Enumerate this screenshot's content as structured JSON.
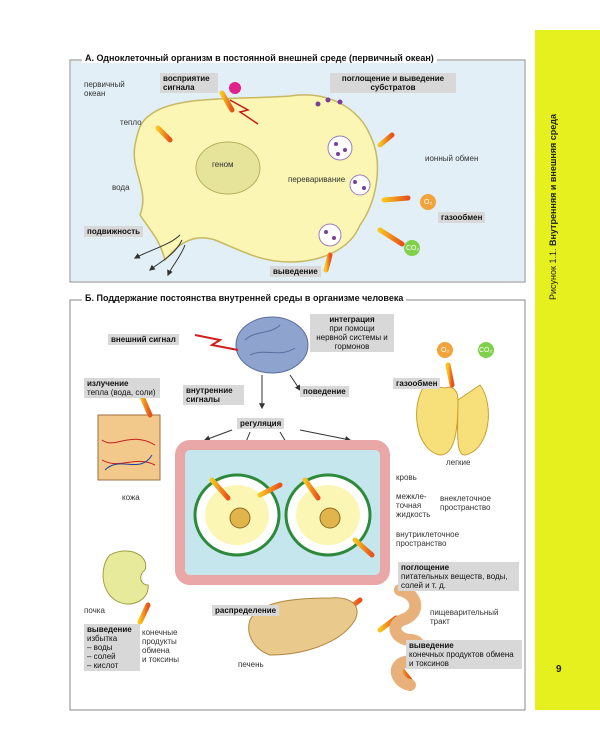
{
  "figure_label": "Рисунок 1.1.",
  "figure_title": "Внутренняя и внешняя среда",
  "page_number": "9",
  "panel_a": {
    "title": "А. Одноклеточный организм в постоянной внешней среде (первичный океан)",
    "ocean": "первичный океан",
    "signal_perception": "восприятие сигнала",
    "heat": "тепло",
    "genome": "геном",
    "water": "вода",
    "substrates": "поглощение и выведение субстратов",
    "digestion": "переваривание",
    "ion_exchange": "ионный обмен",
    "gas_exchange": "газообмен",
    "o2": "O₂",
    "co2": "CO₂",
    "motility": "подвижность",
    "excretion": "выведение"
  },
  "panel_b": {
    "title": "Б. Поддержание постоянства внутренней среды в организме человека",
    "external_signal": "внешний сигнал",
    "integration_title": "интеграция",
    "integration_sub": "при помощи нервной системы и гормонов",
    "internal_signals": "внутренние сигналы",
    "behavior": "поведение",
    "regulation": "регуляция",
    "heat_emission_title": "излучение",
    "heat_emission_sub": "тепла (вода, соли)",
    "skin": "кожа",
    "gas_exchange": "газообмен",
    "o2": "O₂",
    "co2": "CO₂",
    "lungs": "легкие",
    "blood": "кровь",
    "interstitial": "межкле-\nточная\nжидкость",
    "extracellular": "внеклеточное\nпространство",
    "intracellular": "внутриклеточное\nпространство",
    "absorption_title": "поглощение",
    "absorption_sub": "питательных веществ, воды, солей и т. д.",
    "digestive_tract": "пищеварительный\nтракт",
    "kidney": "почка",
    "distribution": "распределение",
    "liver": "печень",
    "excretion_left_title": "выведение",
    "excretion_left_sub": "избытка\n– воды\n– солей\n– кислот",
    "end_products": "конечные\nпродукты\nобмена\nи токсины",
    "excretion_right_title": "выведение",
    "excretion_right_sub": "конечных продуктов обмена и токсинов"
  },
  "colors": {
    "accent": "#e6f01f",
    "cell": "#fbf6b4",
    "arrow": "#f08a1e",
    "tag": "#d8d8d8",
    "ocean": "#dfeef5"
  }
}
